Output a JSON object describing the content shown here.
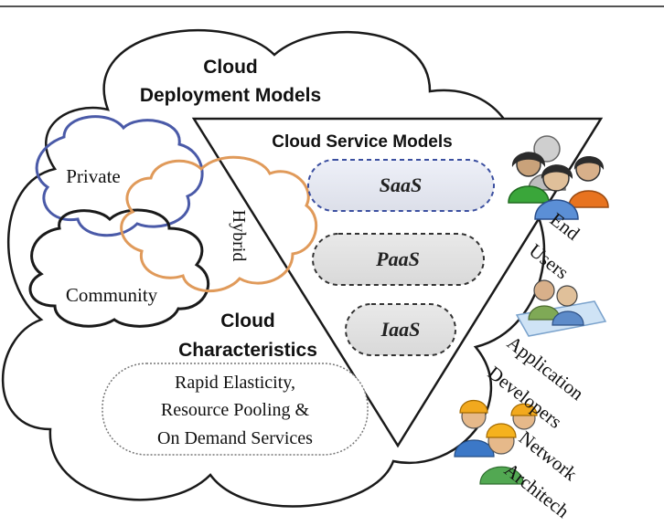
{
  "deployment": {
    "title_line1": "Cloud",
    "title_line2": "Deployment Models",
    "private": "Private",
    "hybrid": "Hybrid",
    "community": "Community"
  },
  "service": {
    "title": "Cloud Service Models",
    "saas": "SaaS",
    "paas": "PaaS",
    "iaas": "IaaS"
  },
  "characteristics": {
    "title_line1": "Cloud",
    "title_line2": "Characteristics",
    "line1": "Rapid Elasticity,",
    "line2": "Resource Pooling &",
    "line3": "On Demand Services"
  },
  "users": {
    "end_line1": "End",
    "end_line2": "Users",
    "dev_line1": "Application",
    "dev_line2": "Developers",
    "net_line1": "Network",
    "net_line2": "Architech"
  },
  "colors": {
    "private_cloud": "#4a5aa8",
    "hybrid_cloud": "#e09a5a",
    "saas_border": "#3b4fa0",
    "outline": "#1a1a1a"
  },
  "icons": [
    "end-users-icon",
    "application-developers-icon",
    "network-architect-icon"
  ]
}
